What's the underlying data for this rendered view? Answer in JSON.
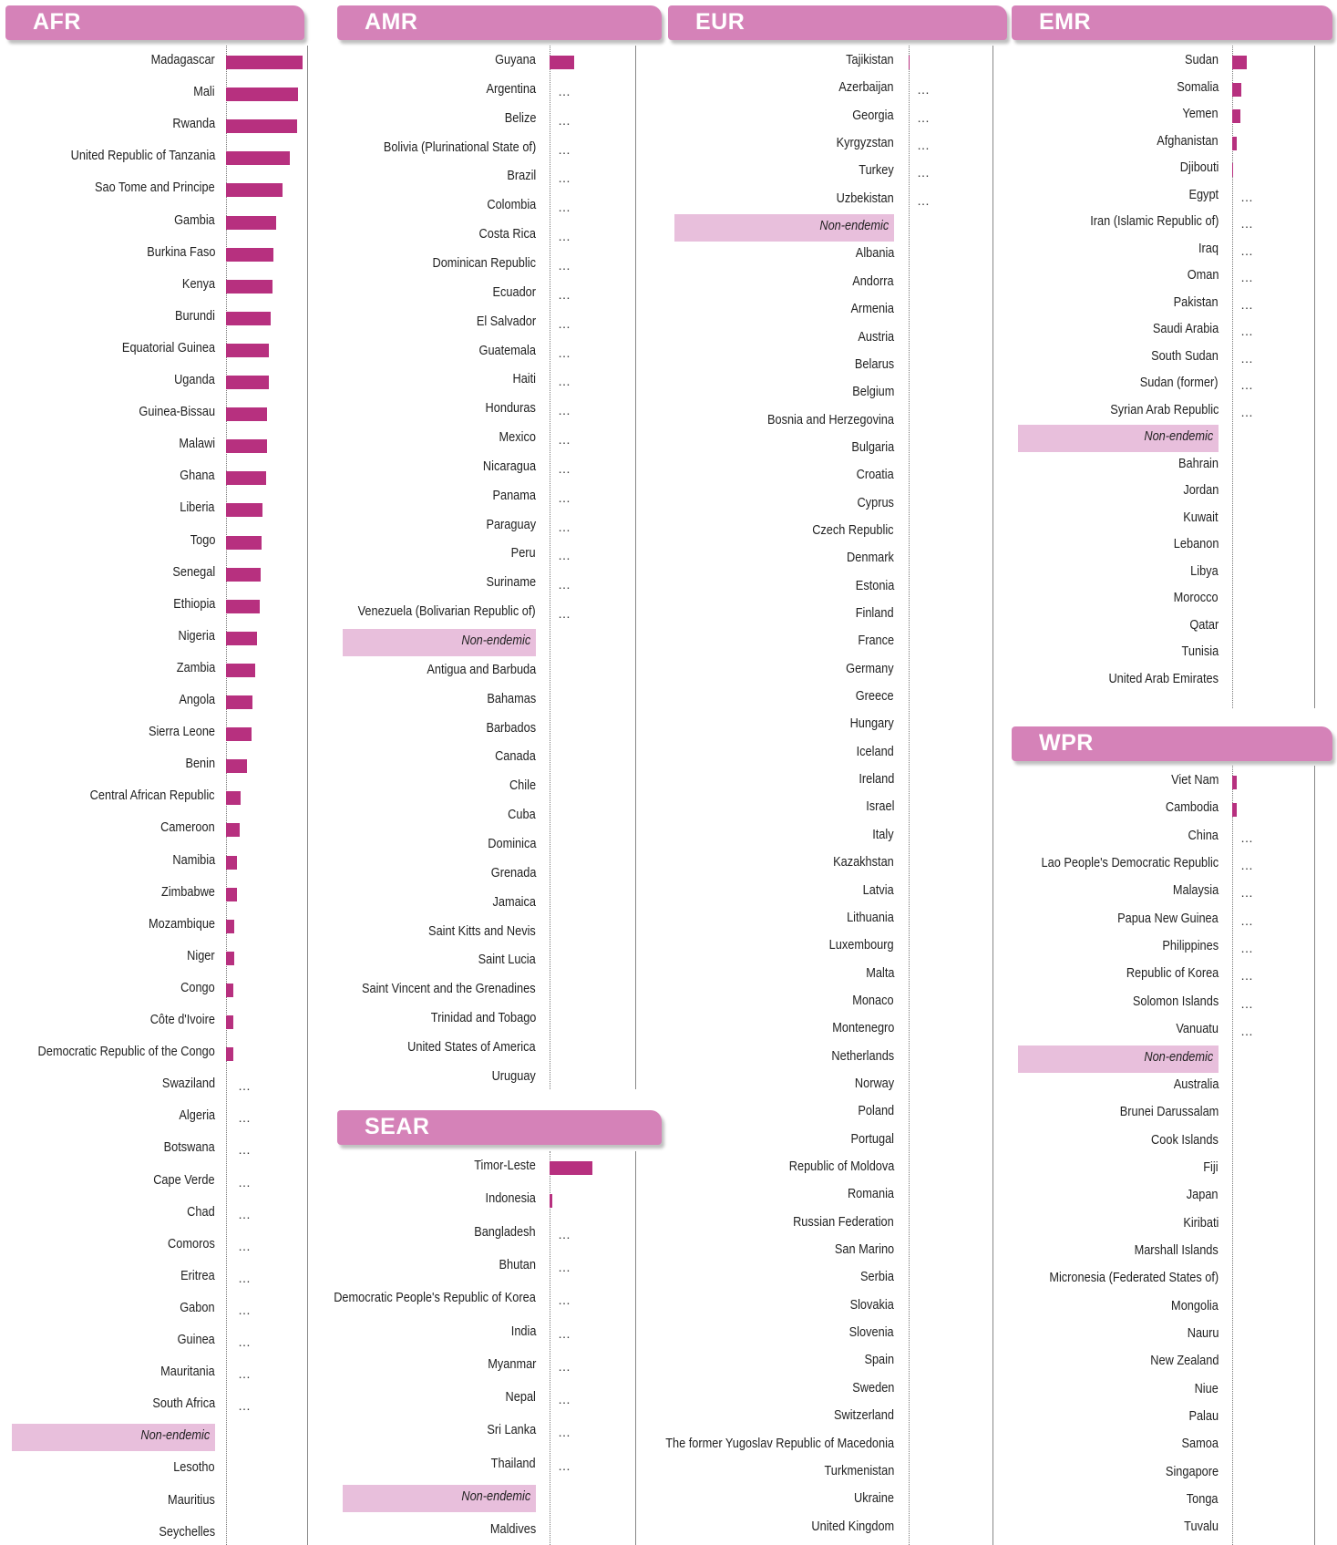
{
  "chart_data": {
    "type": "bar",
    "orientation": "horizontal",
    "no_data_marker": "…",
    "non_endemic_label": "Non-endemic",
    "bar_color": "#b7307f",
    "header_color": "#d582b8",
    "band_color": "#e8bfdc",
    "panels": [
      {
        "region": "AFR",
        "endemic": [
          {
            "country": "Madagascar",
            "value": 92
          },
          {
            "country": "Mali",
            "value": 87
          },
          {
            "country": "Rwanda",
            "value": 86
          },
          {
            "country": "United Republic of Tanzania",
            "value": 77
          },
          {
            "country": "Sao Tome and Principe",
            "value": 68
          },
          {
            "country": "Gambia",
            "value": 60
          },
          {
            "country": "Burkina Faso",
            "value": 57
          },
          {
            "country": "Kenya",
            "value": 56
          },
          {
            "country": "Burundi",
            "value": 54
          },
          {
            "country": "Equatorial Guinea",
            "value": 52
          },
          {
            "country": "Uganda",
            "value": 52
          },
          {
            "country": "Guinea-Bissau",
            "value": 49
          },
          {
            "country": "Malawi",
            "value": 49
          },
          {
            "country": "Ghana",
            "value": 48
          },
          {
            "country": "Liberia",
            "value": 44
          },
          {
            "country": "Togo",
            "value": 43
          },
          {
            "country": "Senegal",
            "value": 42
          },
          {
            "country": "Ethiopia",
            "value": 41
          },
          {
            "country": "Nigeria",
            "value": 37
          },
          {
            "country": "Zambia",
            "value": 35
          },
          {
            "country": "Angola",
            "value": 32
          },
          {
            "country": "Sierra Leone",
            "value": 31
          },
          {
            "country": "Benin",
            "value": 25
          },
          {
            "country": "Central African Republic",
            "value": 18
          },
          {
            "country": "Cameroon",
            "value": 16
          },
          {
            "country": "Namibia",
            "value": 13
          },
          {
            "country": "Zimbabwe",
            "value": 13
          },
          {
            "country": "Mozambique",
            "value": 10
          },
          {
            "country": "Niger",
            "value": 10
          },
          {
            "country": "Congo",
            "value": 9
          },
          {
            "country": "Côte d'Ivoire",
            "value": 9
          },
          {
            "country": "Democratic Republic of the Congo",
            "value": 9
          },
          {
            "country": "Swaziland",
            "value": null
          },
          {
            "country": "Algeria",
            "value": null
          },
          {
            "country": "Botswana",
            "value": null
          },
          {
            "country": "Cape Verde",
            "value": null
          },
          {
            "country": "Chad",
            "value": null
          },
          {
            "country": "Comoros",
            "value": null
          },
          {
            "country": "Eritrea",
            "value": null
          },
          {
            "country": "Gabon",
            "value": null
          },
          {
            "country": "Guinea",
            "value": null
          },
          {
            "country": "Mauritania",
            "value": null
          },
          {
            "country": "South Africa",
            "value": null
          }
        ],
        "non_endemic": [
          "Lesotho",
          "Mauritius",
          "Seychelles"
        ]
      },
      {
        "region": "AMR",
        "endemic": [
          {
            "country": "Guyana",
            "value": 30
          },
          {
            "country": "Argentina",
            "value": null
          },
          {
            "country": "Belize",
            "value": null
          },
          {
            "country": "Bolivia (Plurinational State of)",
            "value": null
          },
          {
            "country": "Brazil",
            "value": null
          },
          {
            "country": "Colombia",
            "value": null
          },
          {
            "country": "Costa Rica",
            "value": null
          },
          {
            "country": "Dominican Republic",
            "value": null
          },
          {
            "country": "Ecuador",
            "value": null
          },
          {
            "country": "El Salvador",
            "value": null
          },
          {
            "country": "Guatemala",
            "value": null
          },
          {
            "country": "Haiti",
            "value": null
          },
          {
            "country": "Honduras",
            "value": null
          },
          {
            "country": "Mexico",
            "value": null
          },
          {
            "country": "Nicaragua",
            "value": null
          },
          {
            "country": "Panama",
            "value": null
          },
          {
            "country": "Paraguay",
            "value": null
          },
          {
            "country": "Peru",
            "value": null
          },
          {
            "country": "Suriname",
            "value": null
          },
          {
            "country": "Venezuela (Bolivarian Republic of)",
            "value": null
          }
        ],
        "non_endemic": [
          "Antigua and Barbuda",
          "Bahamas",
          "Barbados",
          "Canada",
          "Chile",
          "Cuba",
          "Dominica",
          "Grenada",
          "Jamaica",
          "Saint Kitts and Nevis",
          "Saint Lucia",
          "Saint Vincent and the Grenadines",
          "Trinidad and Tobago",
          "United States of America",
          "Uruguay"
        ]
      },
      {
        "region": "SEAR",
        "endemic": [
          {
            "country": "Timor-Leste",
            "value": 52
          },
          {
            "country": "Indonesia",
            "value": 3
          },
          {
            "country": "Bangladesh",
            "value": null
          },
          {
            "country": "Bhutan",
            "value": null
          },
          {
            "country": "Democratic People's Republic of Korea",
            "value": null
          },
          {
            "country": "India",
            "value": null
          },
          {
            "country": "Myanmar",
            "value": null
          },
          {
            "country": "Nepal",
            "value": null
          },
          {
            "country": "Sri Lanka",
            "value": null
          },
          {
            "country": "Thailand",
            "value": null
          }
        ],
        "non_endemic": [
          "Maldives"
        ]
      },
      {
        "region": "EUR",
        "endemic": [
          {
            "country": "Tajikistan",
            "value": 1
          },
          {
            "country": "Azerbaijan",
            "value": null
          },
          {
            "country": "Georgia",
            "value": null
          },
          {
            "country": "Kyrgyzstan",
            "value": null
          },
          {
            "country": "Turkey",
            "value": null
          },
          {
            "country": "Uzbekistan",
            "value": null
          }
        ],
        "non_endemic": [
          "Albania",
          "Andorra",
          "Armenia",
          "Austria",
          "Belarus",
          "Belgium",
          "Bosnia and Herzegovina",
          "Bulgaria",
          "Croatia",
          "Cyprus",
          "Czech Republic",
          "Denmark",
          "Estonia",
          "Finland",
          "France",
          "Germany",
          "Greece",
          "Hungary",
          "Iceland",
          "Ireland",
          "Israel",
          "Italy",
          "Kazakhstan",
          "Latvia",
          "Lithuania",
          "Luxembourg",
          "Malta",
          "Monaco",
          "Montenegro",
          "Netherlands",
          "Norway",
          "Poland",
          "Portugal",
          "Republic of Moldova",
          "Romania",
          "Russian Federation",
          "San Marino",
          "Serbia",
          "Slovakia",
          "Slovenia",
          "Spain",
          "Sweden",
          "Switzerland",
          "The former Yugoslav Republic of Macedonia",
          "Turkmenistan",
          "Ukraine",
          "United Kingdom"
        ]
      },
      {
        "region": "EMR",
        "endemic": [
          {
            "country": "Sudan",
            "value": 18
          },
          {
            "country": "Somalia",
            "value": 11
          },
          {
            "country": "Yemen",
            "value": 10
          },
          {
            "country": "Afghanistan",
            "value": 5
          },
          {
            "country": "Djibouti",
            "value": 1
          },
          {
            "country": "Egypt",
            "value": null
          },
          {
            "country": "Iran (Islamic Republic of)",
            "value": null
          },
          {
            "country": "Iraq",
            "value": null
          },
          {
            "country": "Oman",
            "value": null
          },
          {
            "country": "Pakistan",
            "value": null
          },
          {
            "country": "Saudi Arabia",
            "value": null
          },
          {
            "country": "South Sudan",
            "value": null
          },
          {
            "country": "Sudan (former)",
            "value": null
          },
          {
            "country": "Syrian Arab Republic",
            "value": null
          }
        ],
        "non_endemic": [
          "Bahrain",
          "Jordan",
          "Kuwait",
          "Lebanon",
          "Libya",
          "Morocco",
          "Qatar",
          "Tunisia",
          "United Arab Emirates"
        ]
      },
      {
        "region": "WPR",
        "endemic": [
          {
            "country": "Viet Nam",
            "value": 6
          },
          {
            "country": "Cambodia",
            "value": 5
          },
          {
            "country": "China",
            "value": null
          },
          {
            "country": "Lao People's Democratic Republic",
            "value": null
          },
          {
            "country": "Malaysia",
            "value": null
          },
          {
            "country": "Papua New Guinea",
            "value": null
          },
          {
            "country": "Philippines",
            "value": null
          },
          {
            "country": "Republic of Korea",
            "value": null
          },
          {
            "country": "Solomon Islands",
            "value": null
          },
          {
            "country": "Vanuatu",
            "value": null
          }
        ],
        "non_endemic": [
          "Australia",
          "Brunei Darussalam",
          "Cook Islands",
          "Fiji",
          "Japan",
          "Kiribati",
          "Marshall Islands",
          "Micronesia (Federated States of)",
          "Mongolia",
          "Nauru",
          "New Zealand",
          "Niue",
          "Palau",
          "Samoa",
          "Singapore",
          "Tonga",
          "Tuvalu"
        ]
      }
    ]
  }
}
